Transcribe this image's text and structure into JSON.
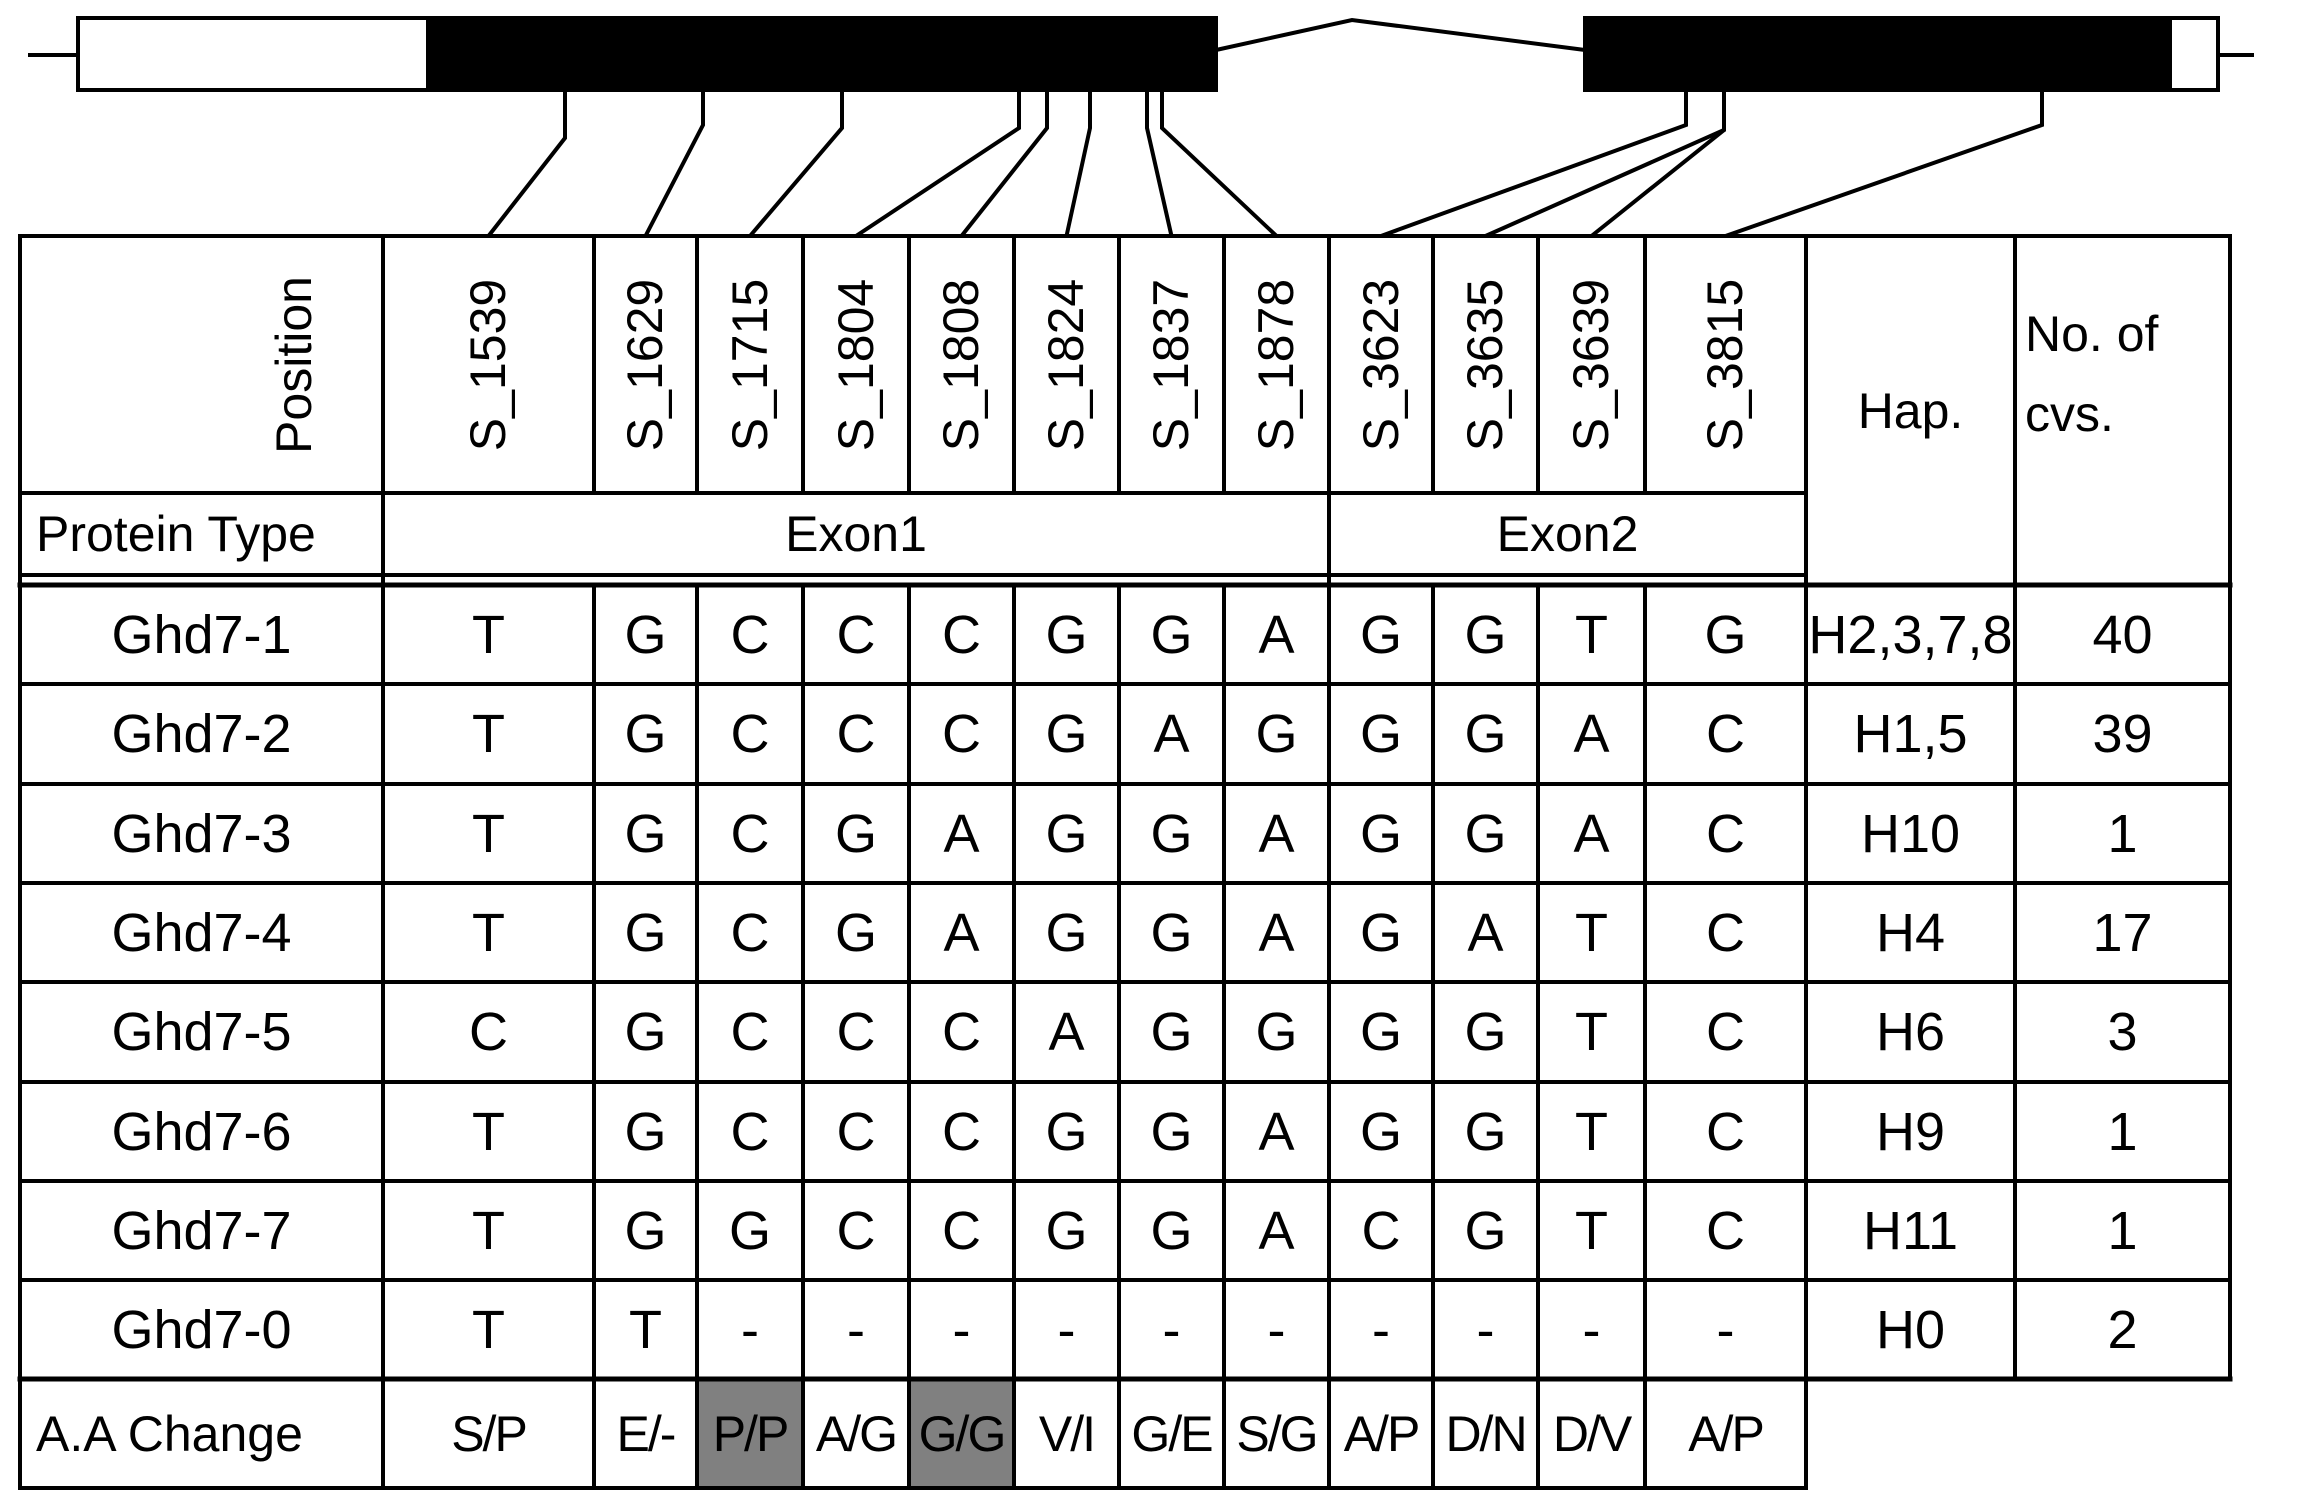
{
  "table": {
    "position_label": "Position",
    "protein_type_label": "Protein Type",
    "hap_label": "Hap.",
    "cvs_label": "No. of cvs.",
    "aa_change_label": "A.A Change",
    "positions": [
      "S_1539",
      "S_1629",
      "S_1715",
      "S_1804",
      "S_1808",
      "S_1824",
      "S_1837",
      "S_1878",
      "S_3623",
      "S_3635",
      "S_3639",
      "S_3815"
    ],
    "exon_groups": [
      {
        "label": "Exon1",
        "count": 8
      },
      {
        "label": "Exon2",
        "count": 4
      }
    ],
    "rows": [
      {
        "name": "Ghd7-1",
        "bases": [
          "T",
          "G",
          "C",
          "C",
          "C",
          "G",
          "G",
          "A",
          "G",
          "G",
          "T",
          "G"
        ],
        "hap": "H2,3,7,8",
        "cvs": "40"
      },
      {
        "name": "Ghd7-2",
        "bases": [
          "T",
          "G",
          "C",
          "C",
          "C",
          "G",
          "A",
          "G",
          "G",
          "G",
          "A",
          "C"
        ],
        "hap": "H1,5",
        "cvs": "39"
      },
      {
        "name": "Ghd7-3",
        "bases": [
          "T",
          "G",
          "C",
          "G",
          "A",
          "G",
          "G",
          "A",
          "G",
          "G",
          "A",
          "C"
        ],
        "hap": "H10",
        "cvs": "1"
      },
      {
        "name": "Ghd7-4",
        "bases": [
          "T",
          "G",
          "C",
          "G",
          "A",
          "G",
          "G",
          "A",
          "G",
          "A",
          "T",
          "C"
        ],
        "hap": "H4",
        "cvs": "17"
      },
      {
        "name": "Ghd7-5",
        "bases": [
          "C",
          "G",
          "C",
          "C",
          "C",
          "A",
          "G",
          "G",
          "G",
          "G",
          "T",
          "C"
        ],
        "hap": "H6",
        "cvs": "3"
      },
      {
        "name": "Ghd7-6",
        "bases": [
          "T",
          "G",
          "C",
          "C",
          "C",
          "G",
          "G",
          "A",
          "G",
          "G",
          "T",
          "C"
        ],
        "hap": "H9",
        "cvs": "1"
      },
      {
        "name": "Ghd7-7",
        "bases": [
          "T",
          "G",
          "G",
          "C",
          "C",
          "G",
          "G",
          "A",
          "C",
          "G",
          "T",
          "C"
        ],
        "hap": "H11",
        "cvs": "1"
      },
      {
        "name": "Ghd7-0",
        "bases": [
          "T",
          "T",
          "-",
          "-",
          "-",
          "-",
          "-",
          "-",
          "-",
          "-",
          "-",
          "-"
        ],
        "hap": "H0",
        "cvs": "2"
      }
    ],
    "aa_changes": [
      "S/P",
      "E/-",
      "P/P",
      "A/G",
      "G/G",
      "V/I",
      "G/E",
      "S/G",
      "A/P",
      "D/N",
      "D/V",
      "A/P"
    ],
    "aa_highlighted": [
      2,
      4
    ],
    "highlight_color": "#808080"
  },
  "gene_model": {
    "exon_count": 2,
    "utr_fill": "#ffffff",
    "cds_fill": "#000000"
  }
}
